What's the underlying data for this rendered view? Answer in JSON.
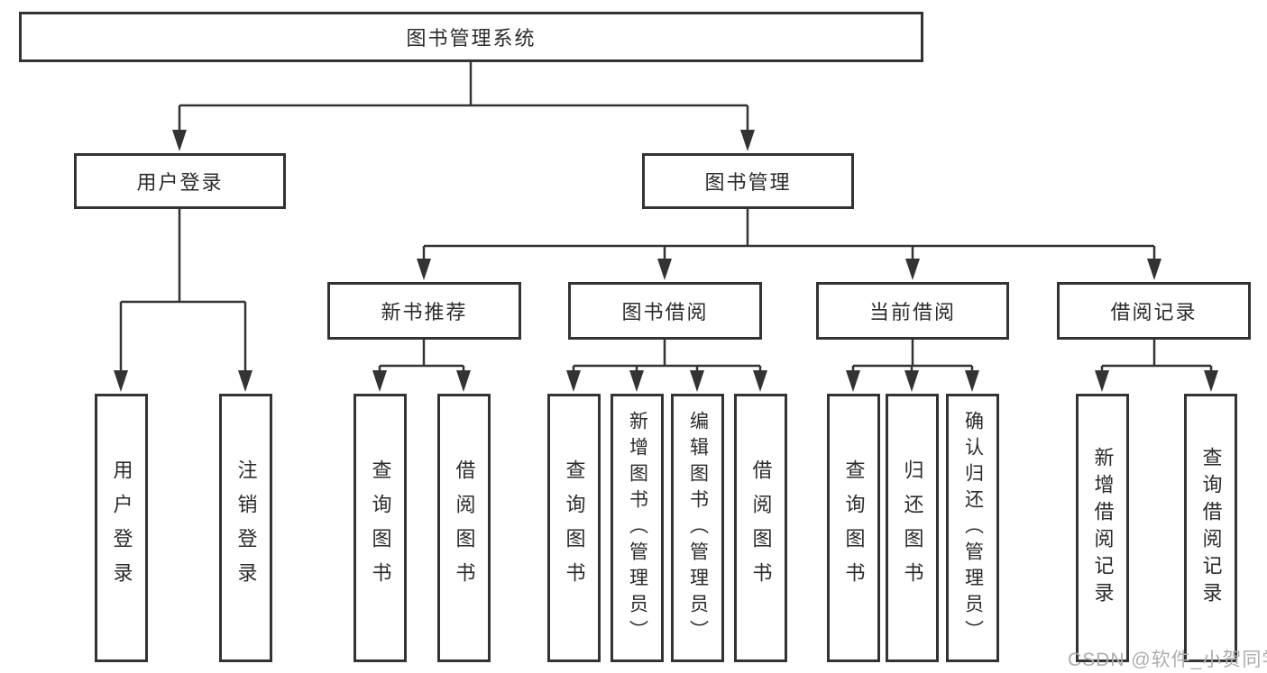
{
  "diagram": {
    "watermark": "CSDN @软件_小贺同学",
    "colors": {
      "line": "#333333",
      "text": "#2b2b2b",
      "watermark": "#adadad",
      "background": "#ffffff"
    },
    "tree": {
      "root": {
        "label": "图书管理系统"
      },
      "branches": [
        {
          "label": "用户登录",
          "leaves": [
            "用户登录",
            "注销登录"
          ]
        },
        {
          "label": "图书管理",
          "groups": [
            {
              "label": "新书推荐",
              "leaves": [
                "查询图书",
                "借阅图书"
              ]
            },
            {
              "label": "图书借阅",
              "leaves": [
                "查询图书",
                "新增图书（管理员）",
                "编辑图书（管理员）",
                "借阅图书"
              ]
            },
            {
              "label": "当前借阅",
              "leaves": [
                "查询图书",
                "归还图书",
                "确认归还（管理员）"
              ]
            },
            {
              "label": "借阅记录",
              "leaves": [
                "新增借阅记录",
                "查询借阅记录"
              ]
            }
          ]
        }
      ]
    }
  }
}
